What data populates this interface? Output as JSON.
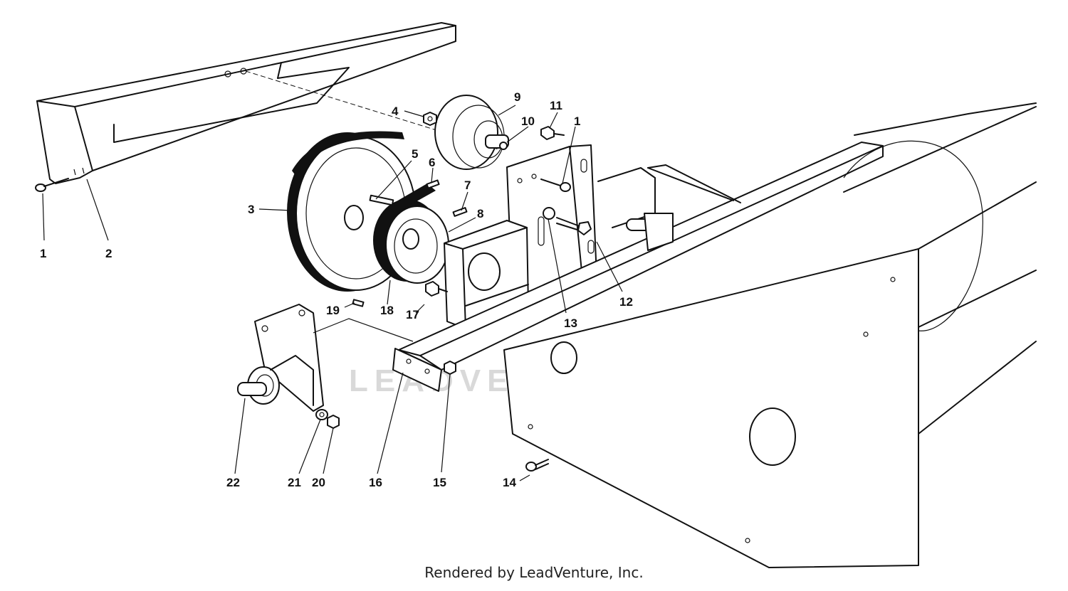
{
  "watermark": "LEADVENTURE",
  "footer": "Rendered by LeadVenture, Inc.",
  "callouts": [
    {
      "id": "c1a",
      "text": "1"
    },
    {
      "id": "c2",
      "text": "2"
    },
    {
      "id": "c3",
      "text": "3"
    },
    {
      "id": "c4",
      "text": "4"
    },
    {
      "id": "c5",
      "text": "5"
    },
    {
      "id": "c6",
      "text": "6"
    },
    {
      "id": "c7",
      "text": "7"
    },
    {
      "id": "c8",
      "text": "8"
    },
    {
      "id": "c9",
      "text": "9"
    },
    {
      "id": "c10",
      "text": "10"
    },
    {
      "id": "c11",
      "text": "11"
    },
    {
      "id": "c1b",
      "text": "1"
    },
    {
      "id": "c12",
      "text": "12"
    },
    {
      "id": "c13",
      "text": "13"
    },
    {
      "id": "c14",
      "text": "14"
    },
    {
      "id": "c15",
      "text": "15"
    },
    {
      "id": "c16",
      "text": "16"
    },
    {
      "id": "c17",
      "text": "17"
    },
    {
      "id": "c18",
      "text": "18"
    },
    {
      "id": "c19",
      "text": "19"
    },
    {
      "id": "c20",
      "text": "20"
    },
    {
      "id": "c21",
      "text": "21"
    },
    {
      "id": "c22",
      "text": "22"
    }
  ]
}
